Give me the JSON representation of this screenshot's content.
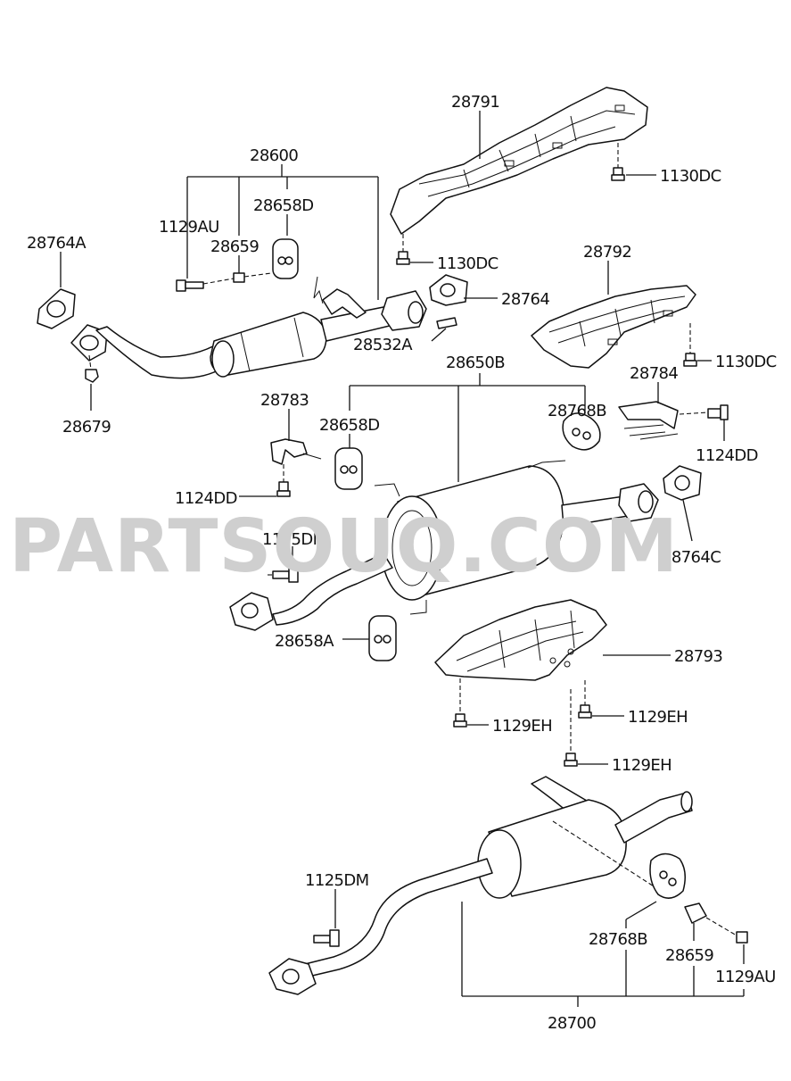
{
  "watermark": "PARTSOUQ.COM",
  "labels": {
    "p28791": "28791",
    "p1130DC_a": "1130DC",
    "p1130DC_b": "1130DC",
    "p28792": "28792",
    "p1130DC_c": "1130DC",
    "p28600": "28600",
    "p1129AU_a": "1129AU",
    "p28658D_a": "28658D",
    "p28659_a": "28659",
    "p28764A": "28764A",
    "p28764": "28764",
    "p28532A": "28532A",
    "p28679": "28679",
    "p28650B": "28650B",
    "p28783": "28783",
    "p28658D_b": "28658D",
    "p28768B_a": "28768B",
    "p28784": "28784",
    "p1124DD_a": "1124DD",
    "p1124DD_b": "1124DD",
    "p1125DM_a": "1125DM",
    "p28764C": "28764C",
    "p28658A": "28658A",
    "p28793": "28793",
    "p1129EH_a": "1129EH",
    "p1129EH_b": "1129EH",
    "p1129EH_c": "1129EH",
    "p1125DM_b": "1125DM",
    "p28768B_b": "28768B",
    "p28659_b": "28659",
    "p1129AU_b": "1129AU",
    "p28700": "28700"
  }
}
